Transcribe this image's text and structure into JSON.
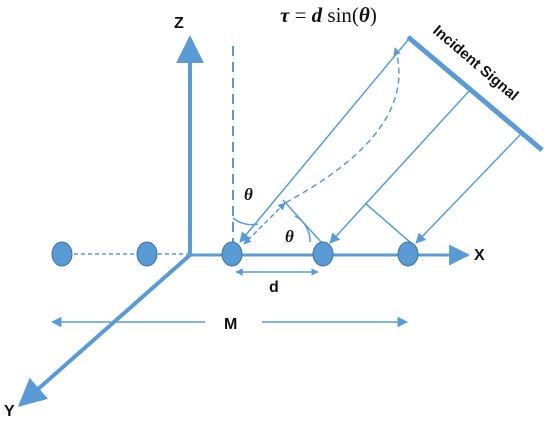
{
  "axes": {
    "z": "Z",
    "x": "X",
    "y": "Y"
  },
  "formula": {
    "tau": "τ",
    "eq": " = ",
    "d": "d",
    "sin": " sin(",
    "theta": "θ",
    "close": ")"
  },
  "signal_label": "Incident Signal",
  "angle_labels": {
    "upper": "θ",
    "lower": "θ"
  },
  "dimension_labels": {
    "spacing": "d",
    "span": "M"
  },
  "colors": {
    "stroke": "#5b9bd5",
    "fill": "#5b9bd5",
    "outline": "#41719c",
    "text": "#111111"
  }
}
